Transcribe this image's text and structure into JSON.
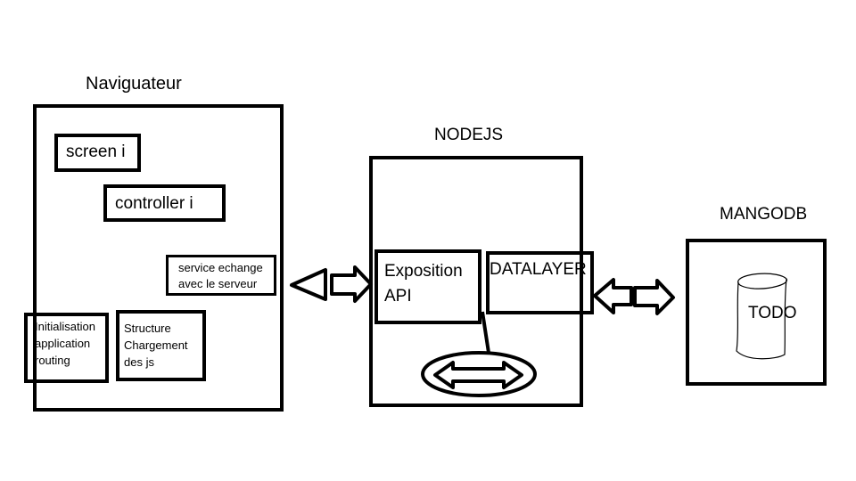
{
  "browser": {
    "title": "Naviguateur",
    "screen": "screen i",
    "controller": "controller i",
    "service_line1": "service echange",
    "service_line2": "avec le serveur",
    "init_line1": "Initialisation",
    "init_line2": "application",
    "init_line3": "routing",
    "structure_line1": "Structure",
    "structure_line2": "Chargement",
    "structure_line3": "des js"
  },
  "node": {
    "title": "NODEJS",
    "api_line1": "Exposition",
    "api_line2": "API",
    "datalayer": "DATALAYER"
  },
  "db": {
    "title": "MANGODB",
    "collection": "TODO"
  },
  "colors": {
    "stroke": "#000000",
    "background": "#ffffff"
  }
}
